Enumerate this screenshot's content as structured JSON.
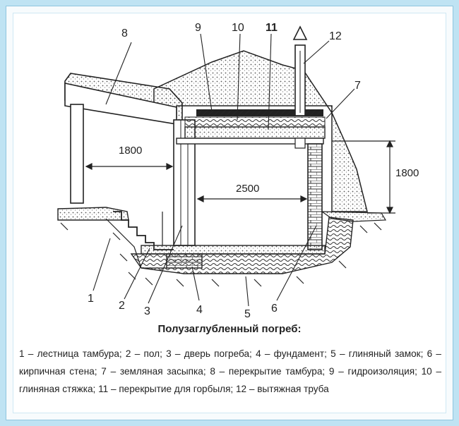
{
  "caption": "Полузаглубленный погреб:",
  "legend": "1 – лестница тамбура; 2 – пол; 3 – дверь погреба; 4 – фундамент; 5 – глиняный замок; 6 – кирпичная стена; 7 – земляная засыпка; 8 – перекрытие тамбура; 9 – гидроизоляция; 10 – глиняная стяжка; 11 – перекрытие для горбыля; 12 – вытяжная труба",
  "callouts": [
    "1",
    "2",
    "3",
    "4",
    "5",
    "6",
    "7",
    "8",
    "9",
    "10",
    "11",
    "12"
  ],
  "dimensions": {
    "vestibule_height": "1800",
    "cellar_width": "2500",
    "outer_height": "1800"
  },
  "colors": {
    "background": "#bfe3f3",
    "frame": "#8fc6df",
    "ink": "#222222"
  }
}
